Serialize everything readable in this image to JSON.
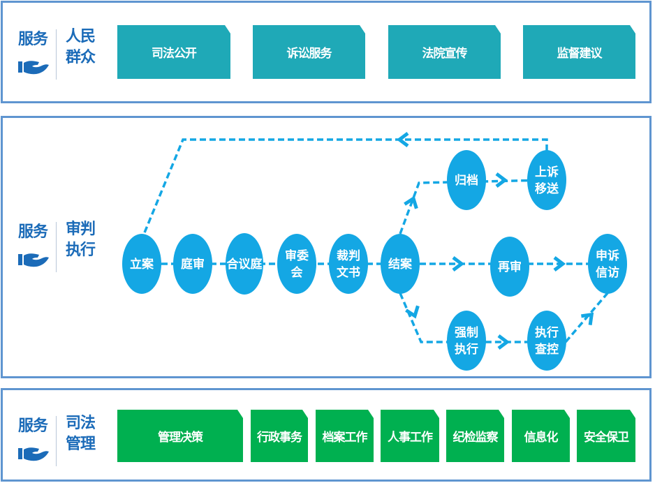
{
  "colors": {
    "border": "#5f95d0",
    "label_blue": "#1b6bb8",
    "teal": "#1fa9b7",
    "green": "#00b050",
    "node": "#14a7e4",
    "line": "#14a7e4"
  },
  "panels": [
    {
      "service_label": "服务",
      "icon": "hand-icon",
      "category": [
        "人民",
        "群众"
      ],
      "buttons": [
        "司法公开",
        "诉讼服务",
        "法院宣传",
        "监督建议"
      ]
    },
    {
      "service_label": "服务",
      "icon": "hand-icon",
      "category": [
        "审判",
        "执行"
      ]
    },
    {
      "service_label": "服务",
      "icon": "hand-icon",
      "category": [
        "司法",
        "管理"
      ],
      "buttons": [
        "管理决策",
        "行政事务",
        "档案工作",
        "人事工作",
        "纪检监察",
        "信息化",
        "安全保卫"
      ]
    }
  ],
  "flow": {
    "nodes": [
      {
        "id": "lian",
        "lines": [
          "立案"
        ]
      },
      {
        "id": "tingshen",
        "lines": [
          "庭审"
        ]
      },
      {
        "id": "heyiting",
        "lines": [
          "合议庭"
        ]
      },
      {
        "id": "shenweihui",
        "lines": [
          "审委",
          "会"
        ]
      },
      {
        "id": "caipan",
        "lines": [
          "裁判",
          "文书"
        ]
      },
      {
        "id": "jiean",
        "lines": [
          "结案"
        ]
      },
      {
        "id": "guidang",
        "lines": [
          "归档"
        ]
      },
      {
        "id": "shangsu",
        "lines": [
          "上诉",
          "移送"
        ]
      },
      {
        "id": "zaishen",
        "lines": [
          "再审"
        ]
      },
      {
        "id": "shensu",
        "lines": [
          "申诉",
          "信访"
        ]
      },
      {
        "id": "qiangzhi",
        "lines": [
          "强制",
          "执行"
        ]
      },
      {
        "id": "zhixing",
        "lines": [
          "执行",
          "查控"
        ]
      }
    ],
    "edges": [
      {
        "from": "lian",
        "to": "tingshen"
      },
      {
        "from": "tingshen",
        "to": "heyiting"
      },
      {
        "from": "heyiting",
        "to": "shenweihui"
      },
      {
        "from": "shenweihui",
        "to": "caipan"
      },
      {
        "from": "caipan",
        "to": "jiean"
      },
      {
        "from": "jiean",
        "to": "guidang"
      },
      {
        "from": "guidang",
        "to": "shangsu"
      },
      {
        "from": "shangsu",
        "to": "lian"
      },
      {
        "from": "jiean",
        "to": "zaishen"
      },
      {
        "from": "zaishen",
        "to": "shensu"
      },
      {
        "from": "jiean",
        "to": "qiangzhi"
      },
      {
        "from": "qiangzhi",
        "to": "zhixing"
      },
      {
        "from": "zhixing",
        "to": "shensu"
      }
    ]
  }
}
